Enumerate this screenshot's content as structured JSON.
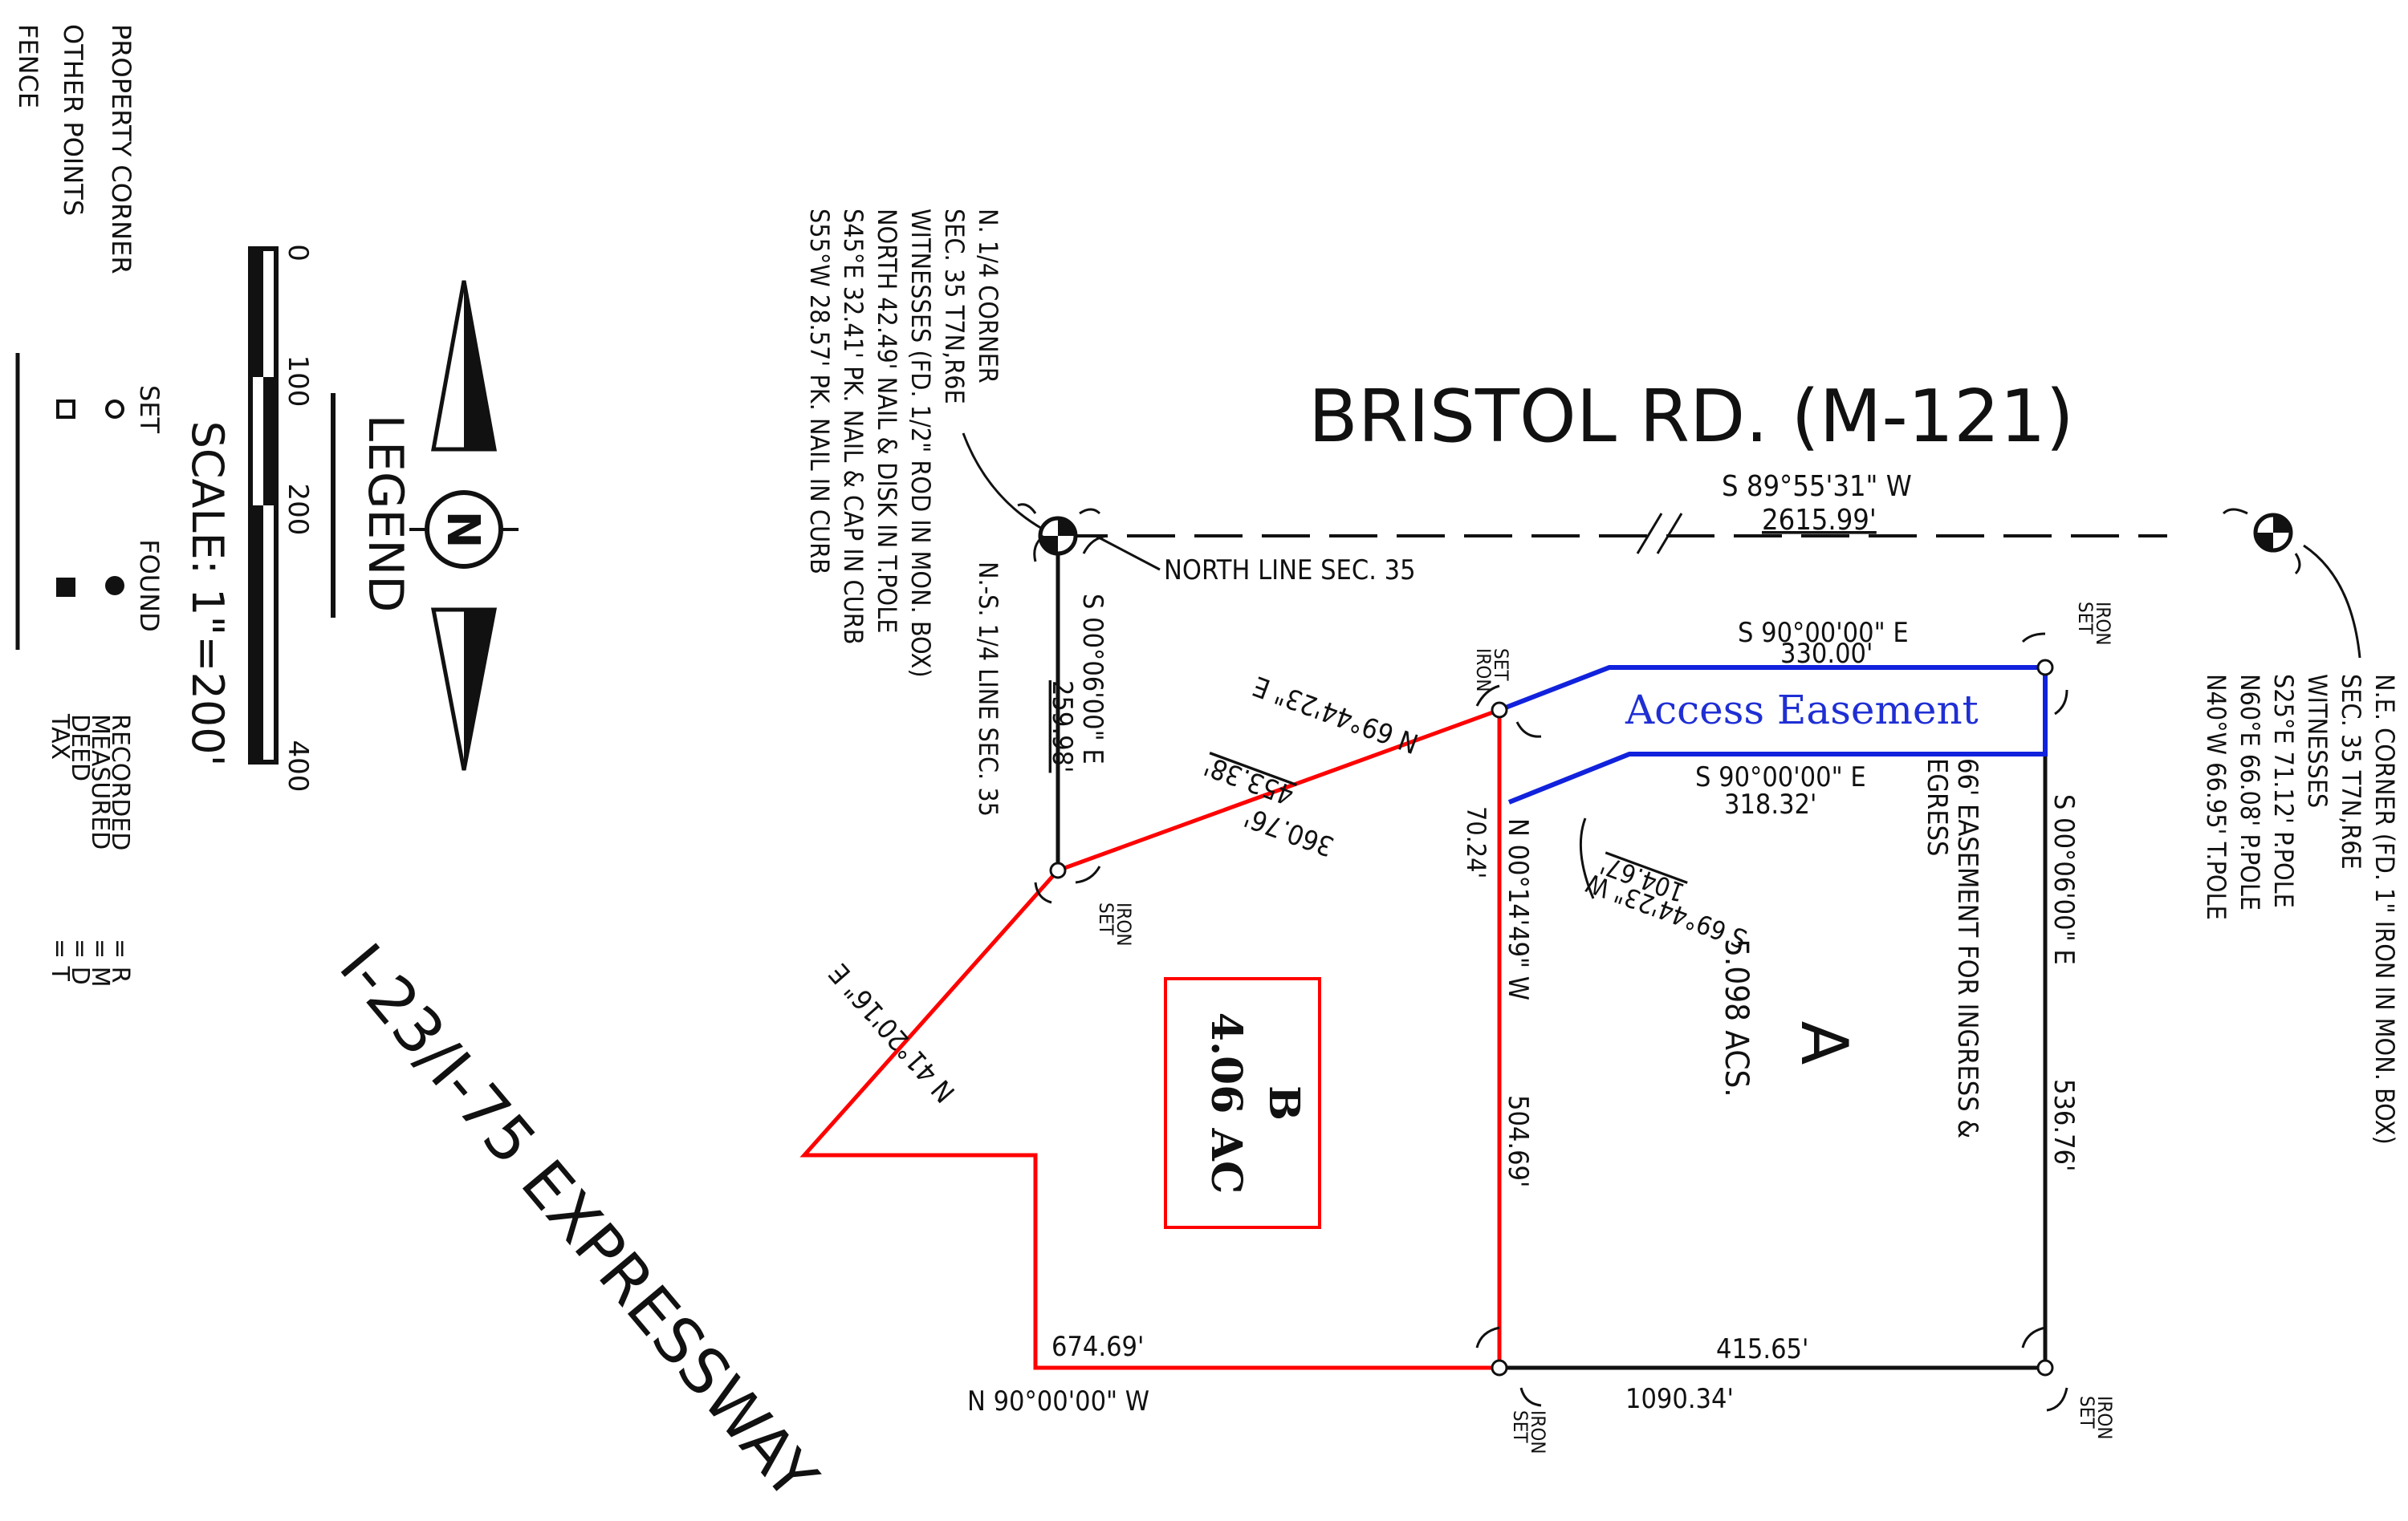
{
  "legend": {
    "title": "LEGEND",
    "scale_text": "SCALE: 1\"=200'",
    "scale_ticks": [
      "0",
      "100",
      "200",
      "400"
    ],
    "north_letter": "N",
    "col_set": "SET",
    "col_found": "FOUND",
    "rows": [
      "PROPERTY CORNER",
      "OTHER POINTS",
      "FENCE"
    ],
    "abbrevs": [
      "RECORDED",
      "MEASURED",
      "DEED",
      "TAX"
    ],
    "abbrev_codes": [
      "= R",
      "= M",
      "= D",
      "= T"
    ]
  },
  "road": {
    "name": "BRISTOL  RD. (M-121)",
    "expressway": "I-23/I-75 EXPRESSWAY"
  },
  "north_line": {
    "bearing": "S 89°55'31\" W",
    "distance": "2615.99'",
    "label": "NORTH LINE SEC. 35"
  },
  "n_quarter_corner": [
    "N. 1/4 CORNER",
    "SEC. 35 T7N,R6E",
    "WITNESSES (FD. 1/2\" ROD IN MON. BOX)",
    "NORTH 42.49' NAIL & DISK IN T.POLE",
    "S45°E 32.41' PK. NAIL & CAP IN CURB",
    "S55°W 28.57' PK. NAIL IN CURB"
  ],
  "ne_corner": [
    "N.E. CORNER (FD. 1\" IRON IN MON. BOX)",
    "SEC. 35 T7N,R6E",
    "WITNESSES",
    "S25°E 71.12' P.POLE",
    "N60°E 66.08' P.POLE",
    "N40°W 66.95' T.POLE"
  ],
  "ns_line": "N.-S. 1/4 LINE SEC. 35",
  "set_iron": [
    "SET",
    "IRON"
  ],
  "calls": {
    "west_bearing": "S 00°06'00\" E",
    "west_dist": "259.98'",
    "diag_bearing": "N 69°44'23\" E",
    "diag_dist": "453.38'",
    "diag_part": "360.76'",
    "top_bearing": "S 90°00'00\" E",
    "top_dist": "330.00'",
    "ease_bearing": "S 90°00'00\" E",
    "ease_dist": "318.32'",
    "ease_dist2": "70.24'",
    "mid_bearing": "N 00°14'49\" W",
    "mid_dist": "504.69'",
    "small_bearing": "S 69°44'23\" W",
    "small_dist": "104.67'",
    "east_bearing": "S 00°06'00\" E",
    "east_dist": "536.76'",
    "bottom_dist_a": "415.65'",
    "bottom_dist_total": "1090.34'",
    "bottom_dist_b": "674.69'",
    "bottom_bearing": "N 90°00'00\" W",
    "exp_bearing": "N 41°20'16\" E"
  },
  "easement_66": [
    "66' EASEMENT FOR INGRESS &",
    "EGRESS"
  ],
  "parcel_a": {
    "letter": "A",
    "area": "5.098 ACS."
  },
  "parcel_b": {
    "letter": "B",
    "area": "4.06 AC"
  },
  "access_easement": "Access Easement",
  "colors": {
    "parcel_b_outline": "#ff0000",
    "easement_outline": "#1122dd",
    "easement_text": "#1f2fd4"
  }
}
